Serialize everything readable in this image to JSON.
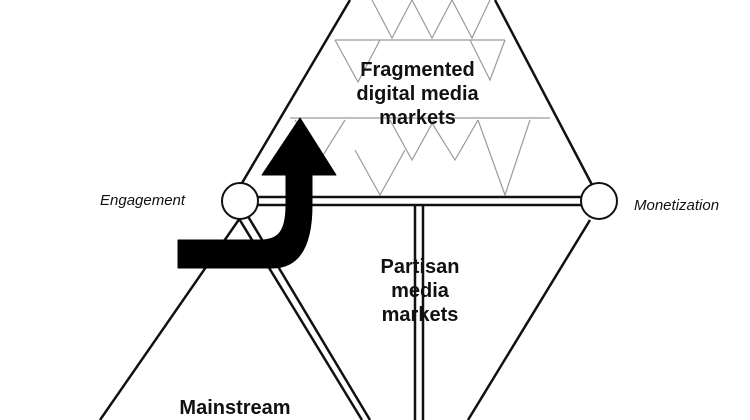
{
  "diagram": {
    "regions": {
      "fragmented": [
        "Fragmented",
        "digital media",
        "markets"
      ],
      "partisan": [
        "Partisan",
        "media",
        "markets"
      ],
      "mainstream": [
        "Mainstream"
      ]
    },
    "nodes": {
      "left": "Engagement",
      "right": "Monetization"
    }
  },
  "colors": {
    "line": "#111111",
    "arrow": "#000000",
    "background": "#ffffff",
    "node_fill": "#ffffff"
  }
}
